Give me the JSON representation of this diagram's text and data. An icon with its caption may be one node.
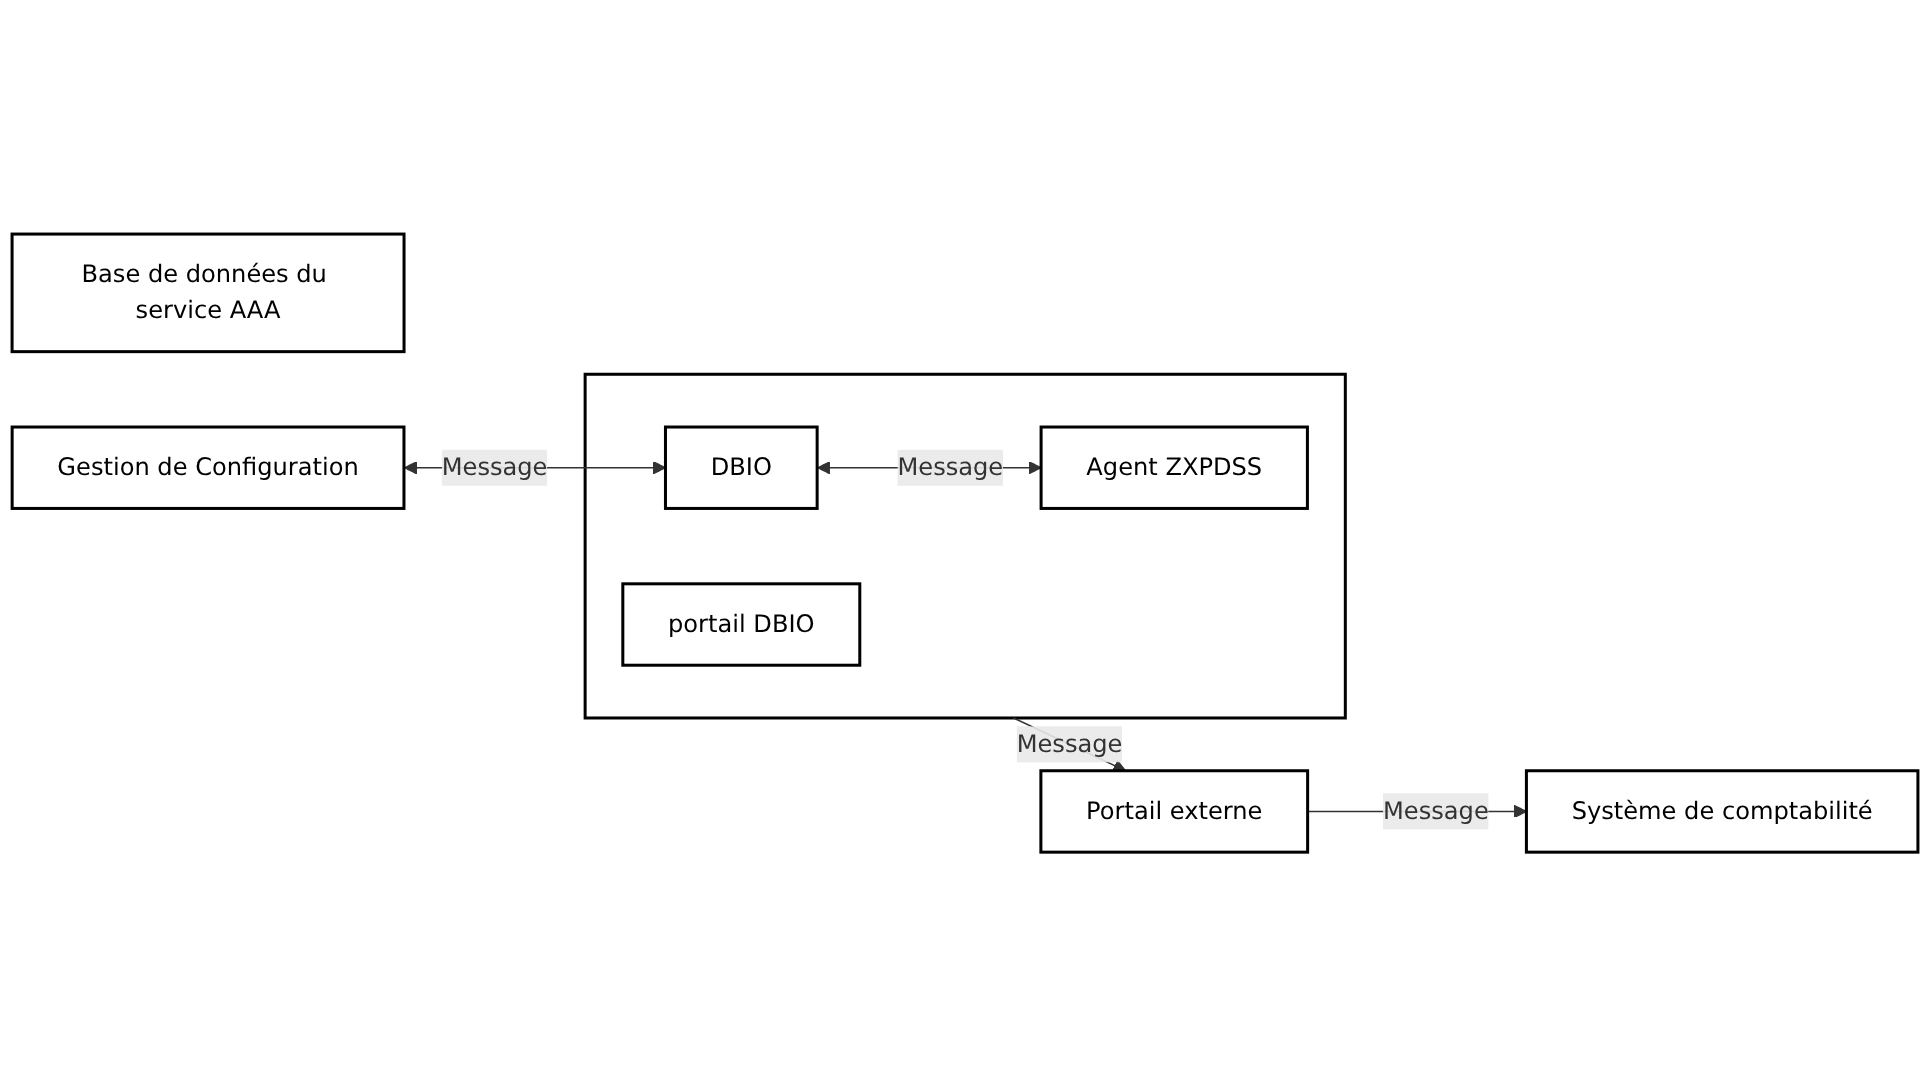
{
  "diagram": {
    "nodes": [
      {
        "text": [
          "Base de données du service AAA"
        ]
      },
      {
        "text": [
          "Gestion de Configuration"
        ]
      },
      {
        "text": [],
        "shape": "box"
      },
      {
        "text": [
          "portail DBIO"
        ],
        "in": 2
      },
      {
        "text": [
          "DBIO"
        ],
        "in": 2
      },
      {
        "text": [
          "Agent ZXPDSS"
        ],
        "in": 2
      },
      {
        "text": [
          "Portail externe"
        ]
      },
      {
        "text": [
          "Système de comptabilité"
        ]
      }
    ],
    "edges": [
      {
        "from": 4,
        "to": 1,
        "arrow": "both",
        "label": "Message"
      },
      {
        "from": 4,
        "to": 5,
        "arrow": "both",
        "label": "Message"
      },
      {
        "from": 2,
        "to": 6,
        "arrow": "to",
        "label": "Message"
      },
      {
        "from": 6,
        "to": 7,
        "arrow": "to",
        "label": "Message"
      }
    ]
  }
}
